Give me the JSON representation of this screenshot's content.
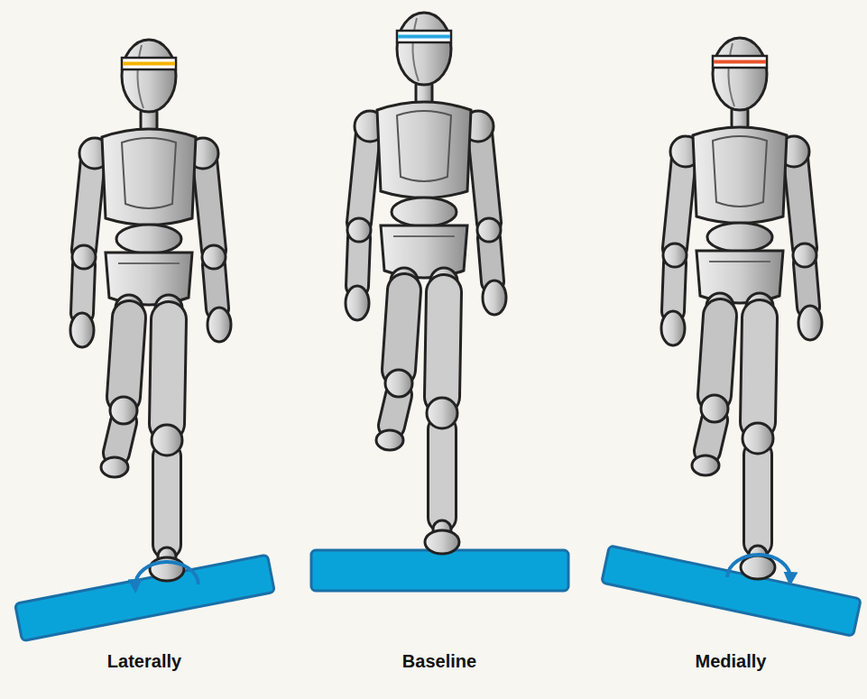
{
  "diagram": {
    "labels": [
      "Laterally",
      "Baseline",
      "Medially"
    ]
  }
}
